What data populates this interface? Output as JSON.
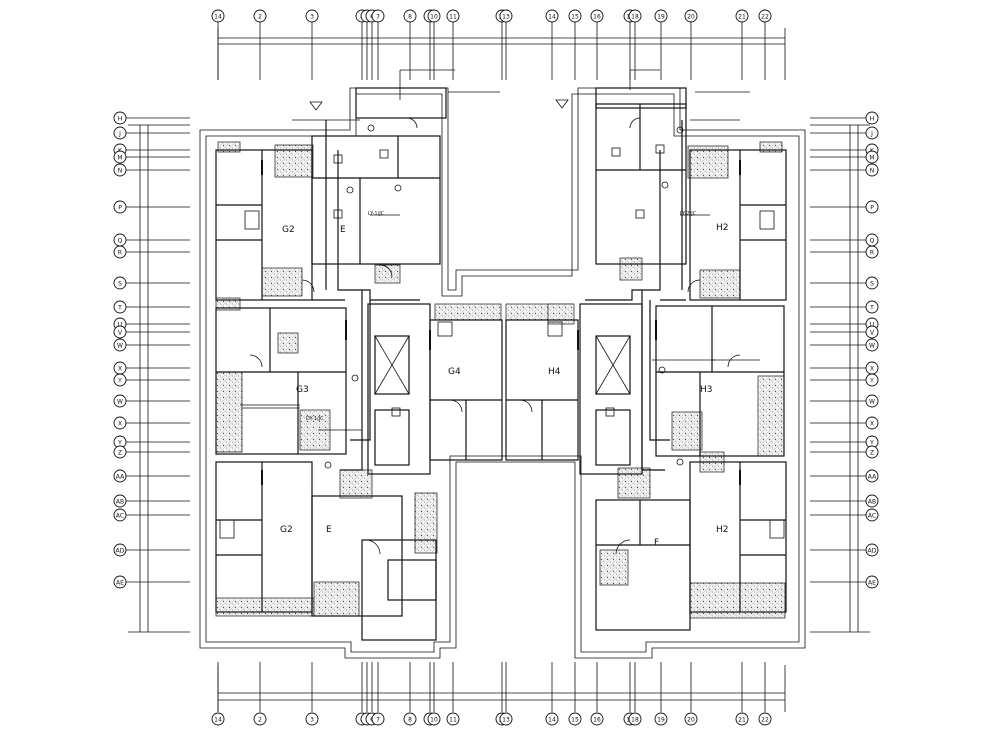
{
  "drawing": {
    "column_axes": [
      "14",
      "2",
      "3",
      "4",
      "5",
      "6",
      "7",
      "8",
      "9",
      "10",
      "11",
      "12",
      "13",
      "14",
      "15",
      "16",
      "17",
      "18",
      "19",
      "20",
      "21",
      "22"
    ],
    "row_axes_left": [
      "H",
      "J",
      "K",
      "M",
      "N",
      "P",
      "Q",
      "R",
      "S",
      "T",
      "U",
      "V",
      "W",
      "X",
      "Y",
      "W",
      "X",
      "Y",
      "Z",
      "AA",
      "AB",
      "AC",
      "AD",
      "AE"
    ],
    "row_axes_right": [
      "H",
      "J",
      "K",
      "M",
      "N",
      "P",
      "Q",
      "R",
      "S",
      "T",
      "U",
      "V",
      "W",
      "X",
      "Y",
      "W",
      "X",
      "Y",
      "Z",
      "AA",
      "AB",
      "AC",
      "AD",
      "AE"
    ],
    "unit_labels": [
      "G2",
      "E",
      "G3",
      "G4",
      "H4",
      "H3",
      "H2",
      "G2",
      "E",
      "H2",
      "F"
    ],
    "note_labels": [
      "LY-1/JC",
      "LY-2/JC",
      "DY-1/JC"
    ]
  }
}
